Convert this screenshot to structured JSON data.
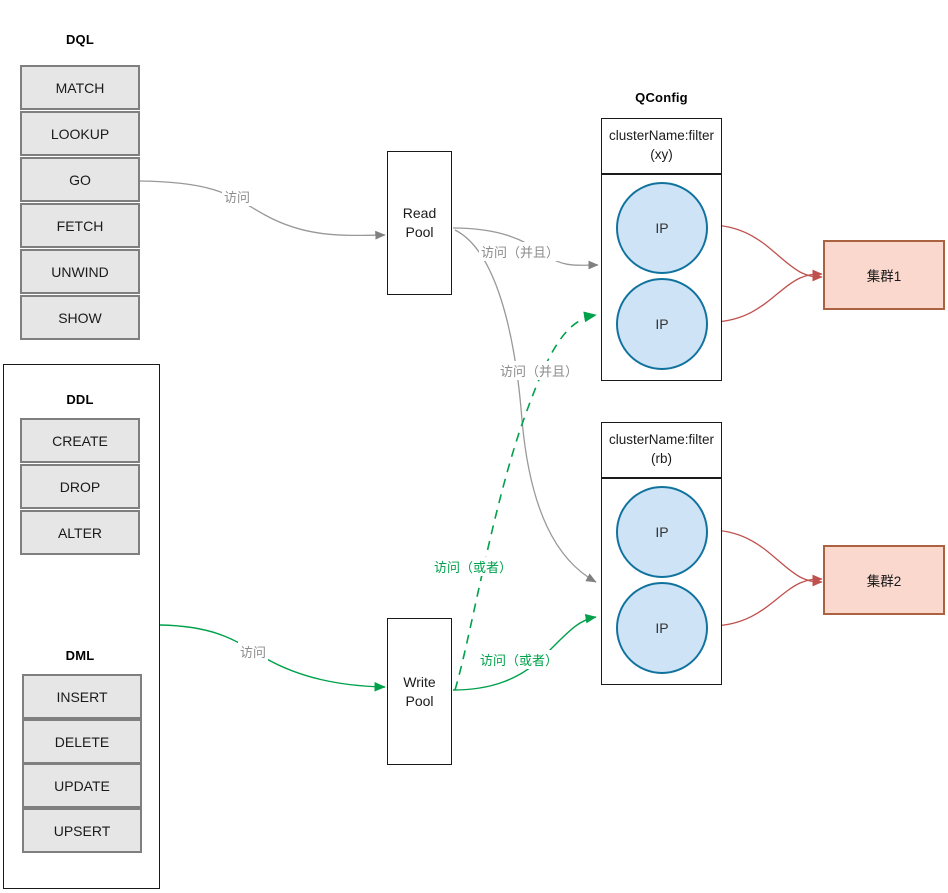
{
  "groups": {
    "dql": {
      "title": "DQL",
      "items": [
        "MATCH",
        "LOOKUP",
        "GO",
        "FETCH",
        "UNWIND",
        "SHOW"
      ]
    },
    "ddl": {
      "title": "DDL",
      "items": [
        "CREATE",
        "DROP",
        "ALTER"
      ]
    },
    "dml": {
      "title": "DML",
      "items": [
        "INSERT",
        "DELETE",
        "UPDATE",
        "UPSERT"
      ]
    }
  },
  "pools": {
    "read": {
      "line1": "Read",
      "line2": "Pool"
    },
    "write": {
      "line1": "Write",
      "line2": "Pool"
    }
  },
  "qconfig": {
    "title": "QConfig",
    "blocks": [
      {
        "header_line1": "clusterName:filter",
        "header_line2": "(xy)",
        "nodes": [
          "IP",
          "IP"
        ]
      },
      {
        "header_line1": "clusterName:filter",
        "header_line2": "(rb)",
        "nodes": [
          "IP",
          "IP"
        ]
      }
    ]
  },
  "clusters": [
    {
      "label": "集群1"
    },
    {
      "label": "集群2"
    }
  ],
  "edge_labels": {
    "read_access": "访问",
    "read_and_1": "访问（并且）",
    "read_and_2": "访问（并且）",
    "write_access": "访问",
    "write_or_1": "访问（或者）",
    "write_or_2": "访问（或者）"
  },
  "colors": {
    "gray_edge": "#999999",
    "green_edge": "#00a14b",
    "red_edge": "#c0504d",
    "box_fill": "#e6e6e6",
    "box_stroke": "#7f7f7f",
    "circle_fill": "#cfe3f7",
    "circle_stroke": "#10739e",
    "cluster_fill": "#fbd8cd",
    "cluster_stroke": "#ab6240"
  }
}
